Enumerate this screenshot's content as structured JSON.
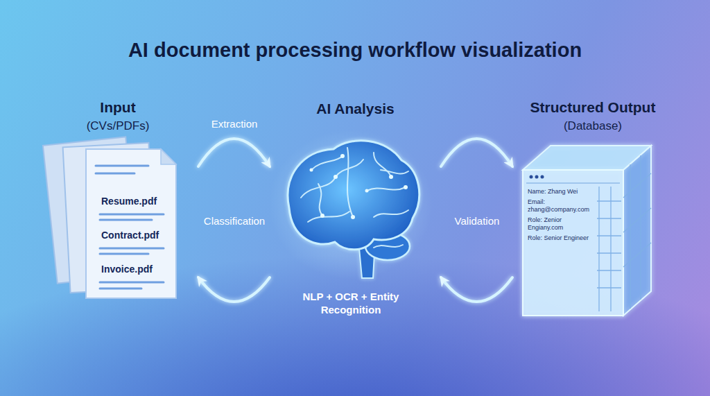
{
  "diagram": {
    "title": "AI document processing workflow visualization",
    "nodes": [
      {
        "text": [
          "Input",
          "(CVs/PDFs)",
          "Resume.pdf",
          "Contract.pdf",
          "Invoice.pdf"
        ]
      },
      {
        "text": [
          "AI Analysis",
          "NLP + OCR + Entity Recognition"
        ]
      },
      {
        "text": [
          "Structured Output",
          "(Database)",
          "Name: Zhang Wei",
          "Email: zhang@company.com",
          "Role: Zenior Engiany.com",
          "Role: Senior Engineer"
        ]
      }
    ],
    "edges": [
      {
        "from": 0,
        "to": 1,
        "arrow": "to",
        "label": "Extraction"
      },
      {
        "from": 1,
        "to": 2,
        "arrow": "to"
      },
      {
        "from": 2,
        "to": 1,
        "arrow": "to",
        "label": "Validation"
      },
      {
        "from": 1,
        "to": 0,
        "arrow": "to",
        "label": "Classification"
      }
    ]
  }
}
